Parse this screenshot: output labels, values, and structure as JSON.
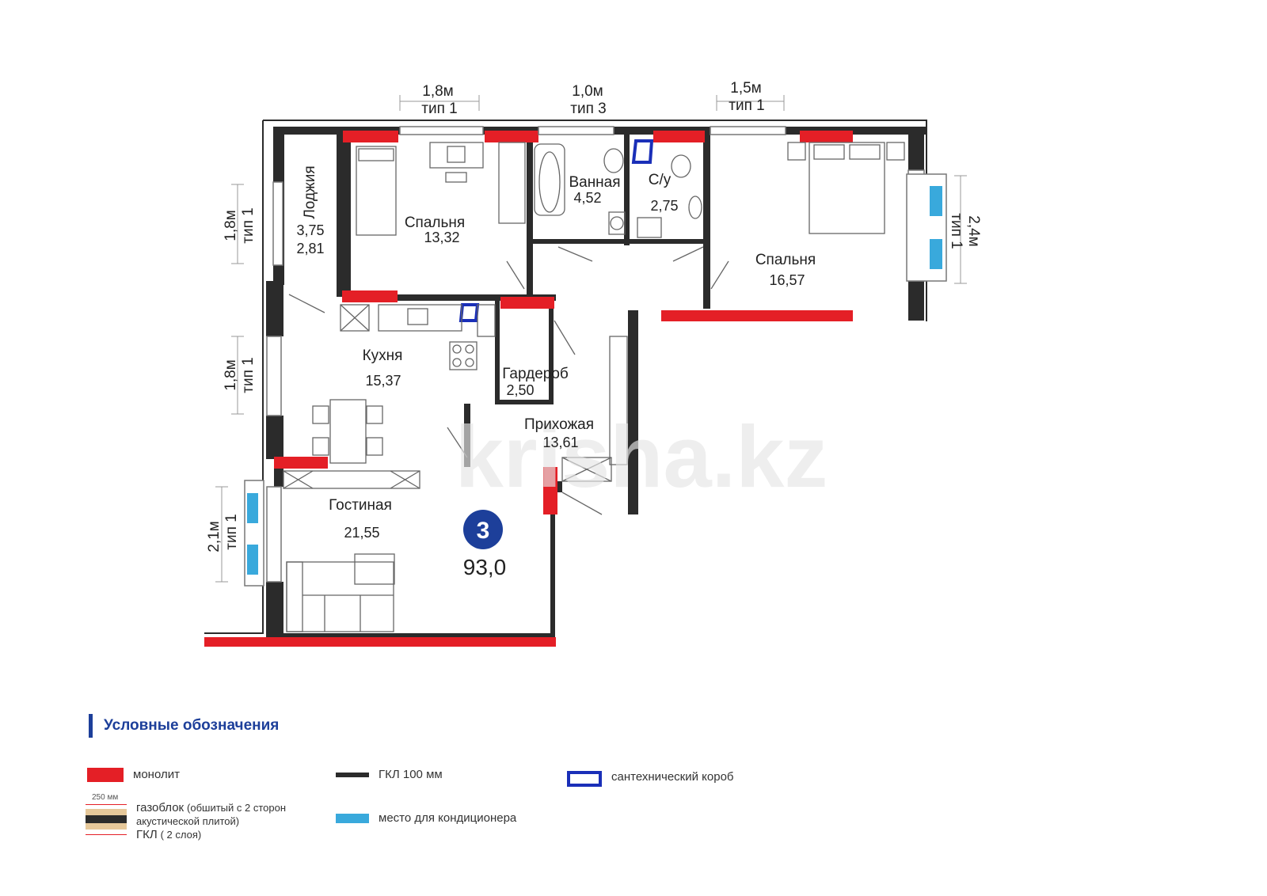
{
  "rooms": [
    {
      "name": "Лоджия",
      "area": "3,75",
      "area2": "2,81"
    },
    {
      "name": "Спальня",
      "area": "13,32"
    },
    {
      "name": "Ванная",
      "area": "4,52"
    },
    {
      "name": "С/у",
      "area": "2,75"
    },
    {
      "name": "Спальня",
      "area": "16,57"
    },
    {
      "name": "Кухня",
      "area": "15,37"
    },
    {
      "name": "Гардероб",
      "area": "2,50"
    },
    {
      "name": "Прихожая",
      "area": "13,61"
    },
    {
      "name": "Гостиная",
      "area": "21,55"
    }
  ],
  "apartment": {
    "rooms_count": "3",
    "total_area": "93,0"
  },
  "windows": {
    "top_left": {
      "size": "1,8м",
      "type": "тип 1"
    },
    "top_middle": {
      "size": "1,0м",
      "type": "тип 3"
    },
    "top_right": {
      "size": "1,5м",
      "type": "тип 1"
    },
    "left_upper": {
      "size": "1,8м",
      "type": "тип 1"
    },
    "left_middle": {
      "size": "1,8м",
      "type": "тип 1"
    },
    "left_lower": {
      "size": "2,1м",
      "type": "тип 1"
    },
    "right": {
      "size": "2,4м",
      "type": "тип 1"
    }
  },
  "watermark": "krisha.kz",
  "legend": {
    "title": "Условные обозначения",
    "monolith": "монолит",
    "gkl100": "ГКЛ 100 мм",
    "shaft": "сантехнический короб",
    "ac_place": "место для кондиционера",
    "gazoblock_dim": "250 мм",
    "gazoblock": "газоблок",
    "gazoblock_note1": "(обшитый с 2 сторон",
    "gazoblock_note2": "акустической плитой)",
    "gazoblock_gkl": "ГКЛ",
    "gazoblock_gkl_note": "( 2 слоя)"
  },
  "colors": {
    "monolith": "#e41f26",
    "wall": "#2b2b2b",
    "shaft": "#1a2fb8",
    "ac": "#39a9dc",
    "accent": "#1d3f9a"
  }
}
